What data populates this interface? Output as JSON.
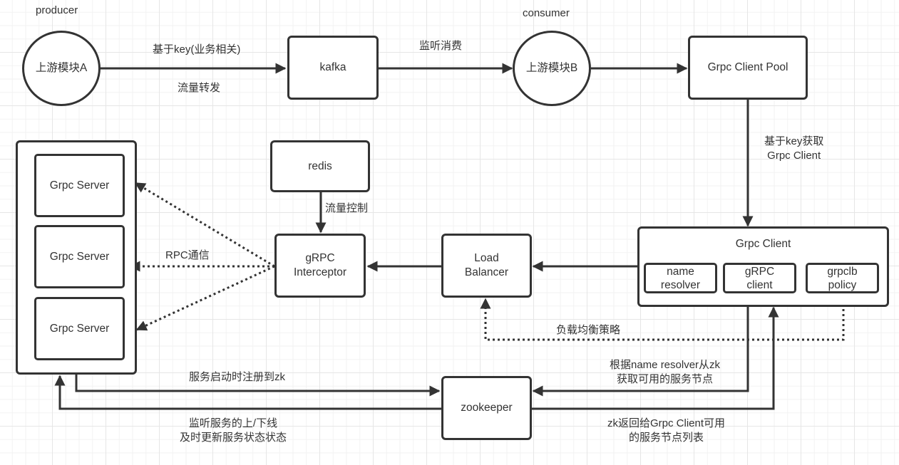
{
  "diagram": {
    "title_labels": {
      "producer": "producer",
      "consumer": "consumer"
    },
    "nodes": {
      "upstream_a": "上游模块A",
      "kafka": "kafka",
      "upstream_b": "上游模块B",
      "grpc_client_pool": "Grpc Client Pool",
      "grpc_servers": [
        "Grpc Server",
        "Grpc Server",
        "Grpc Server"
      ],
      "redis": "redis",
      "grpc_interceptor": "gRPC\nInterceptor",
      "load_balancer": "Load\nBalancer",
      "grpc_client": {
        "title": "Grpc Client",
        "parts": [
          "name\nresolver",
          "gRPC\nclient",
          "grpclb\npolicy"
        ]
      },
      "zookeeper": "zookeeper"
    },
    "edge_labels": {
      "a_to_kafka_top": "基于key(业务相关)",
      "a_to_kafka_bottom": "流量转发",
      "kafka_to_b": "监听消费",
      "pool_to_client": "基于key获取\nGrpc Client",
      "redis_to_interceptor": "流量控制",
      "rpc_comm": "RPC通信",
      "lb_policy": "负载均衡策略",
      "register_zk": "服务启动时注册到zk",
      "watch_services": "监听服务的上/下线\n及时更新服务状态状态",
      "resolver_from_zk": "根据name resolver从zk\n获取可用的服务节点",
      "zk_return": "zk返回给Grpc Client可用\n的服务节点列表"
    },
    "colors": {
      "stroke": "#333333",
      "background": "#ffffff",
      "grid": "#e6e6e6"
    }
  }
}
